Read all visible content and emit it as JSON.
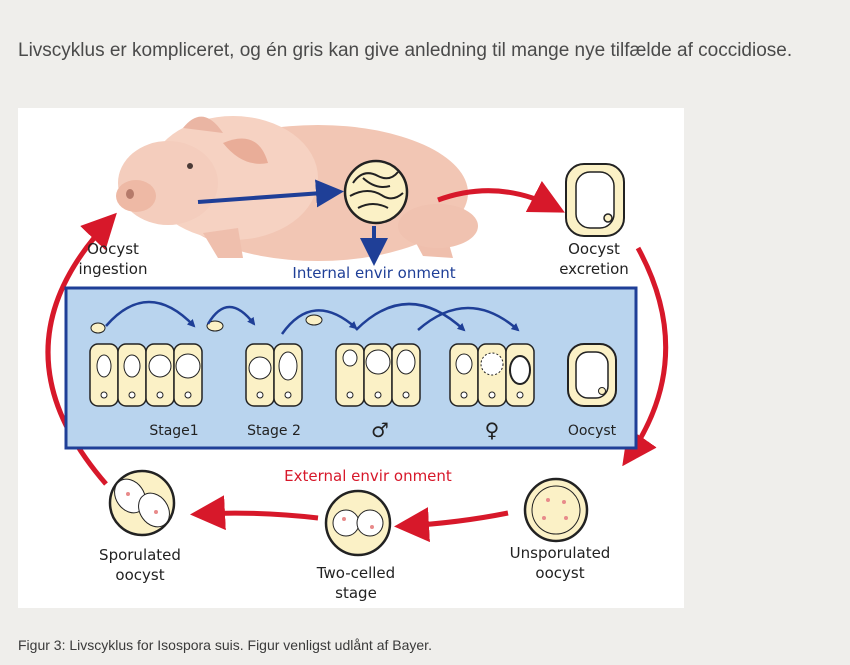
{
  "article": {
    "intro_text": "Livscyklus er kompliceret, og én gris kan give anledning til mange nye tilfælde af coccidiose.",
    "caption": "Figur 3: Livscyklus for Isospora suis. Figur venligst udlånt af Bayer."
  },
  "figure": {
    "labels": {
      "oocyst_ingestion_1": "Oocyst",
      "oocyst_ingestion_2": "ingestion",
      "oocyst_excretion_1": "Oocyst",
      "oocyst_excretion_2": "excretion",
      "internal_env": "Internal envir onment",
      "external_env": "External envir onment",
      "stage1": "Stage1",
      "stage2": "Stage 2",
      "male": "♂",
      "female": "♀",
      "oocyst": "Oocyst",
      "sporulated_1": "Sporulated",
      "sporulated_2": "oocyst",
      "two_celled_1": "Two-celled",
      "two_celled_2": "stage",
      "unsporulated_1": "Unsporulated",
      "unsporulated_2": "oocyst"
    },
    "colors": {
      "cycle_arrow": "#d7182a",
      "internal_arrow": "#1f3f97",
      "internal_box": "#b9d4ee",
      "cell_fill": "#fbf1c6",
      "external_label": "#d7182a",
      "internal_label": "#1f3f97"
    }
  }
}
